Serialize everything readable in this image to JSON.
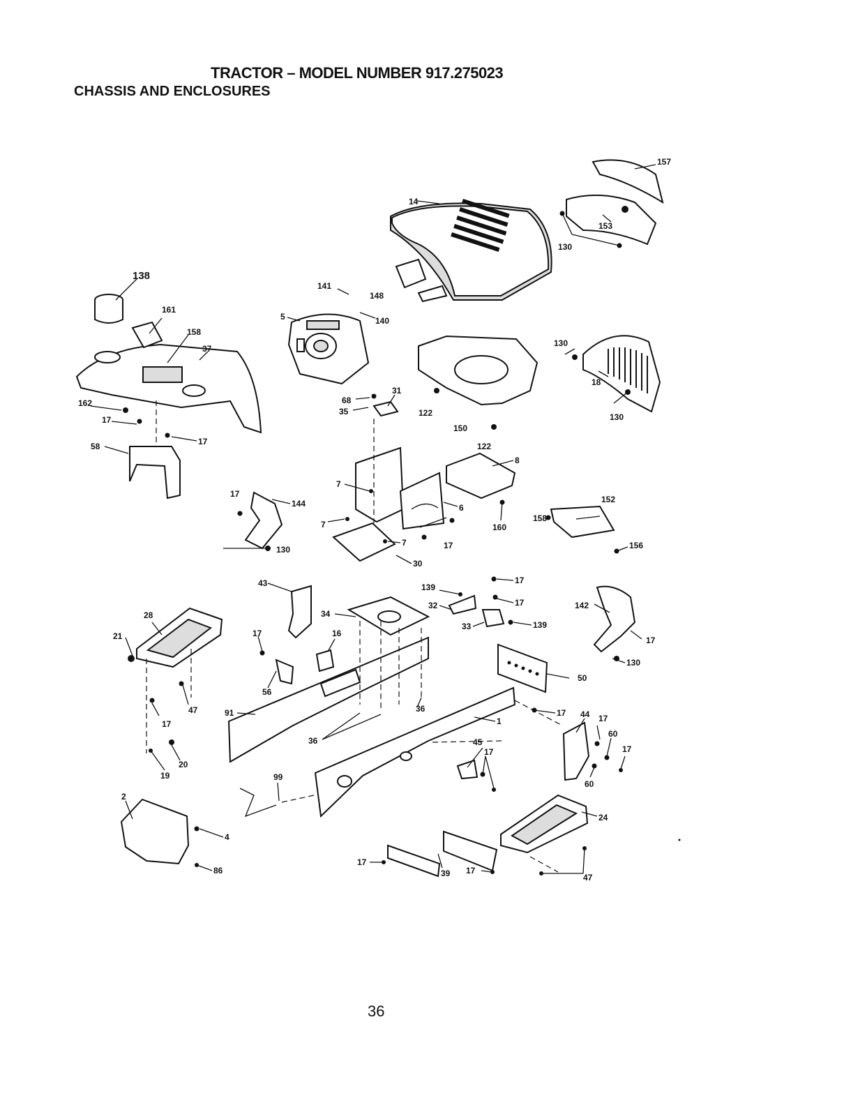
{
  "header": {
    "title": "TRACTOR – MODEL NUMBER 917.275023",
    "subtitle": "CHASSIS AND ENCLOSURES"
  },
  "page_number": "36",
  "callouts": [
    {
      "id": "c157",
      "label": "157"
    },
    {
      "id": "c14",
      "label": "14"
    },
    {
      "id": "c153",
      "label": "153"
    },
    {
      "id": "c130a",
      "label": "130"
    },
    {
      "id": "c138",
      "label": "138"
    },
    {
      "id": "c141",
      "label": "141"
    },
    {
      "id": "c148",
      "label": "148"
    },
    {
      "id": "c5",
      "label": "5"
    },
    {
      "id": "c140",
      "label": "140"
    },
    {
      "id": "c161",
      "label": "161"
    },
    {
      "id": "c158",
      "label": "158"
    },
    {
      "id": "c37",
      "label": "37"
    },
    {
      "id": "c130b",
      "label": "130"
    },
    {
      "id": "c18",
      "label": "18"
    },
    {
      "id": "c130c",
      "label": "130"
    },
    {
      "id": "c68",
      "label": "68"
    },
    {
      "id": "c31",
      "label": "31"
    },
    {
      "id": "c35",
      "label": "35"
    },
    {
      "id": "c122a",
      "label": "122"
    },
    {
      "id": "c150",
      "label": "150"
    },
    {
      "id": "c122b",
      "label": "122"
    },
    {
      "id": "c162",
      "label": "162"
    },
    {
      "id": "c17a",
      "label": "17"
    },
    {
      "id": "c17b",
      "label": "17"
    },
    {
      "id": "c58",
      "label": "58"
    },
    {
      "id": "c8",
      "label": "8"
    },
    {
      "id": "c7a",
      "label": "7"
    },
    {
      "id": "c17c",
      "label": "17"
    },
    {
      "id": "c144",
      "label": "144"
    },
    {
      "id": "c6",
      "label": "6"
    },
    {
      "id": "c160",
      "label": "160"
    },
    {
      "id": "c158b",
      "label": "158"
    },
    {
      "id": "c152",
      "label": "152"
    },
    {
      "id": "c156",
      "label": "156"
    },
    {
      "id": "c7b",
      "label": "7"
    },
    {
      "id": "c7c",
      "label": "7"
    },
    {
      "id": "c17d",
      "label": "17"
    },
    {
      "id": "c130d",
      "label": "130"
    },
    {
      "id": "c30",
      "label": "30"
    },
    {
      "id": "c43",
      "label": "43"
    },
    {
      "id": "c139a",
      "label": "139"
    },
    {
      "id": "c17e",
      "label": "17"
    },
    {
      "id": "c17f",
      "label": "17"
    },
    {
      "id": "c32",
      "label": "32"
    },
    {
      "id": "c142",
      "label": "142"
    },
    {
      "id": "c28",
      "label": "28"
    },
    {
      "id": "c34",
      "label": "34"
    },
    {
      "id": "c33",
      "label": "33"
    },
    {
      "id": "c139b",
      "label": "139"
    },
    {
      "id": "c17g",
      "label": "17"
    },
    {
      "id": "c21",
      "label": "21"
    },
    {
      "id": "c17h",
      "label": "17"
    },
    {
      "id": "c16",
      "label": "16"
    },
    {
      "id": "c130e",
      "label": "130"
    },
    {
      "id": "c50",
      "label": "50"
    },
    {
      "id": "c56",
      "label": "56"
    },
    {
      "id": "c47a",
      "label": "47"
    },
    {
      "id": "c91",
      "label": "91"
    },
    {
      "id": "c36a",
      "label": "36"
    },
    {
      "id": "c17i",
      "label": "17"
    },
    {
      "id": "c44",
      "label": "44"
    },
    {
      "id": "c17j",
      "label": "17"
    },
    {
      "id": "c1",
      "label": "1"
    },
    {
      "id": "c17k",
      "label": "17"
    },
    {
      "id": "c60a",
      "label": "60"
    },
    {
      "id": "c36b",
      "label": "36"
    },
    {
      "id": "c45",
      "label": "45"
    },
    {
      "id": "c17l",
      "label": "17"
    },
    {
      "id": "c17m",
      "label": "17"
    },
    {
      "id": "c20",
      "label": "20"
    },
    {
      "id": "c19",
      "label": "19"
    },
    {
      "id": "c60b",
      "label": "60"
    },
    {
      "id": "c99",
      "label": "99"
    },
    {
      "id": "c2",
      "label": "2"
    },
    {
      "id": "c24",
      "label": "24"
    },
    {
      "id": "c4",
      "label": "4"
    },
    {
      "id": "c17n",
      "label": "17"
    },
    {
      "id": "c39",
      "label": "39"
    },
    {
      "id": "c17o",
      "label": "17"
    },
    {
      "id": "c47b",
      "label": "47"
    },
    {
      "id": "c86",
      "label": "86"
    }
  ]
}
